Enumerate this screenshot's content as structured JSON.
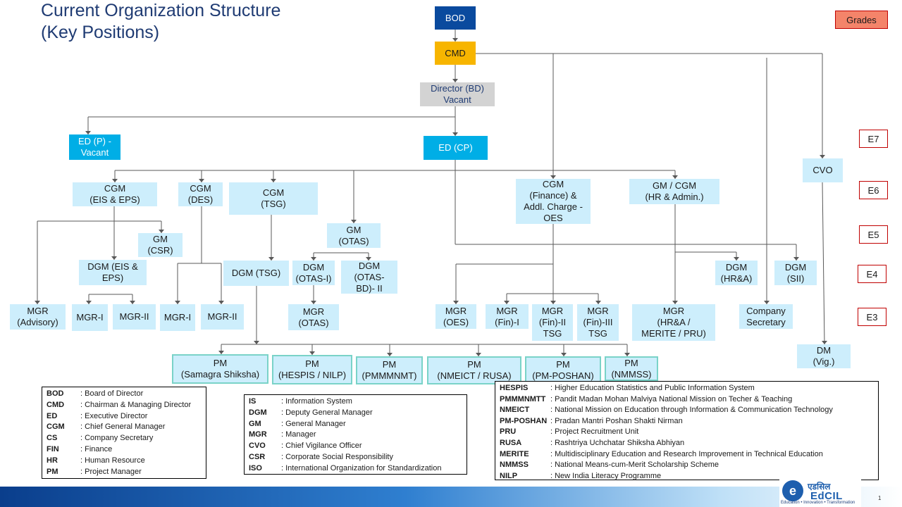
{
  "title": {
    "line1": "Current Organization Structure",
    "line2": "(Key Positions)"
  },
  "grades_label": "Grades",
  "grades": [
    "E7",
    "E6",
    "E5",
    "E4",
    "E3"
  ],
  "boxes": {
    "bod": "BOD",
    "cmd": "CMD",
    "director_bd": "Director (BD)\nVacant",
    "ed_p": "ED (P) -\nVacant",
    "ed_cp": "ED (CP)",
    "cvo": "CVO",
    "cgm_eis": "CGM\n(EIS & EPS)",
    "cgm_des": "CGM\n(DES)",
    "cgm_tsg": "CGM\n(TSG)",
    "gm_otas": "GM\n(OTAS)",
    "cgm_fin": "CGM\n(Finance) &\nAddl. Charge -\nOES",
    "gm_hr": "GM / CGM\n(HR & Admin.)",
    "gm_csr": "GM\n(CSR)",
    "dgm_eis": "DGM (EIS &\nEPS)",
    "dgm_tsg": "DGM (TSG)",
    "dgm_otas1": "DGM\n(OTAS-I)",
    "dgm_otas2": "DGM\n(OTAS-\nBD)- II",
    "dgm_hra": "DGM\n(HR&A)",
    "dgm_sii": "DGM\n(SII)",
    "mgr_adv": "MGR\n(Advisory)",
    "mgr_1a": "MGR-I",
    "mgr_2a": "MGR-II",
    "mgr_1b": "MGR-I",
    "mgr_2b": "MGR-II",
    "mgr_otas": "MGR\n(OTAS)",
    "mgr_oes": "MGR\n(OES)",
    "mgr_fin1": "MGR\n(Fin)-I",
    "mgr_fin2": "MGR\n(Fin)-II\nTSG",
    "mgr_fin3": "MGR\n(Fin)-III\nTSG",
    "mgr_hra": "MGR\n(HR&A /\nMERITE / PRU)",
    "company_sec": "Company\nSecretary",
    "dm_vig": "DM\n(Vig.)",
    "pm_ss": "PM\n(Samagra Shiksha)",
    "pm_hespis": "PM\n(HESPIS / NILP)",
    "pm_pmmmnmt": "PM\n(PMMMNMT)",
    "pm_nmeict": "PM\n(NMEICT / RUSA)",
    "pm_poshan": "PM\n(PM-POSHAN)",
    "pm_nmmss": "PM\n(NMMSS)"
  },
  "legend_left": [
    {
      "k": "BOD",
      "v": ": Board of Director"
    },
    {
      "k": "CMD",
      "v": ": Chairman & Managing Director"
    },
    {
      "k": "ED",
      "v": ": Executive Director"
    },
    {
      "k": "CGM",
      "v": ": Chief General Manager"
    },
    {
      "k": "CS",
      "v": ": Company Secretary"
    },
    {
      "k": "FIN",
      "v": ": Finance"
    },
    {
      "k": "HR",
      "v": ": Human Resource"
    },
    {
      "k": "PM",
      "v": ":   Project Manager"
    }
  ],
  "legend_mid": [
    {
      "k": "IS",
      "v": ": Information System"
    },
    {
      "k": "DGM",
      "v": ": Deputy General Manager"
    },
    {
      "k": "GM",
      "v": ": General Manager"
    },
    {
      "k": "MGR",
      "v": ": Manager"
    },
    {
      "k": "CVO",
      "v": ": Chief Vigilance Officer"
    },
    {
      "k": "CSR",
      "v": ": Corporate Social Responsibility"
    },
    {
      "k": "ISO",
      "v": ": International Organization for Standardization"
    }
  ],
  "legend_right": [
    {
      "k": "HESPIS",
      "v": ": Higher Education Statistics and Public Information System"
    },
    {
      "k": "PMMMNMTT",
      "v": ": Pandit Madan Mohan Malviya National Mission on Techer & Teaching"
    },
    {
      "k": "NMEICT",
      "v": ": National Mission on Education through Information & Communication Technology"
    },
    {
      "k": "PM-POSHAN",
      "v": ": Pradan Mantri Poshan Shakti Nirman"
    },
    {
      "k": "PRU",
      "v": ": Project Recruitment Unit"
    },
    {
      "k": "RUSA",
      "v": ": Rashtriya Uchchatar Shiksha Abhiyan"
    },
    {
      "k": "MERITE",
      "v": ": Multidisciplinary Education and Research Improvement in Technical Education"
    },
    {
      "k": "NMMSS",
      "v": ": National Means-cum-Merit Scholarship Scheme"
    },
    {
      "k": "NILP",
      "v": ": New India Literacy Programme"
    }
  ],
  "logo": {
    "hindi": "एडसिल",
    "name": "EdCIL",
    "tagline": "Education • Innovation • Transformation"
  },
  "page_number": "1",
  "colors": {
    "title": "#1f3b73",
    "box_fill": "#cdeefc",
    "bod_fill": "#0a4a9e",
    "cmd_fill": "#f7b500",
    "ed_fill": "#00aee6",
    "grade_border": "#c00000",
    "grades_fill": "#f4846a"
  }
}
